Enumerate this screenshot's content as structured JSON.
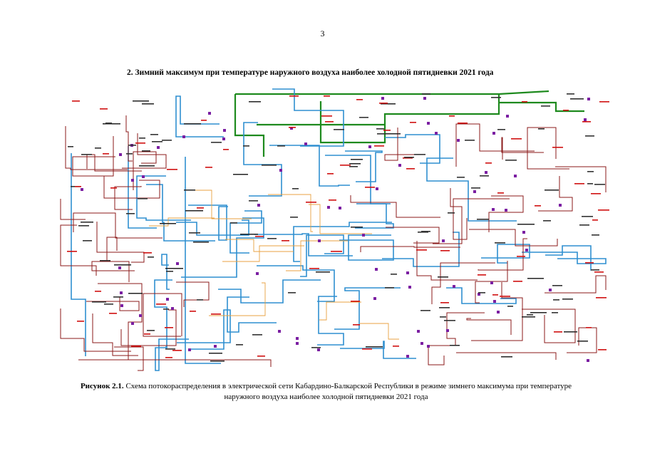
{
  "page": {
    "number": "3"
  },
  "section": {
    "title": "2.  Зимний максимум при температуре наружного воздуха наиболее холодной пятидневки 2021 года"
  },
  "figure": {
    "label": "Рисунок 2.1.",
    "caption": " Схема потокораспределения в электрической сети Кабардино-Балкарской Республики в режиме зимнего максимума при температуре наружного воздуха наиболее холодной пятидневки 2021 года",
    "line_colors": {
      "line_500kv": "#1e8a1e",
      "line_330kv": "#2f8fd0",
      "line_110kv": "#8b1a1a",
      "line_35kv": "#e8a040",
      "node": "#7b1fa2",
      "label": "#d01010"
    }
  }
}
